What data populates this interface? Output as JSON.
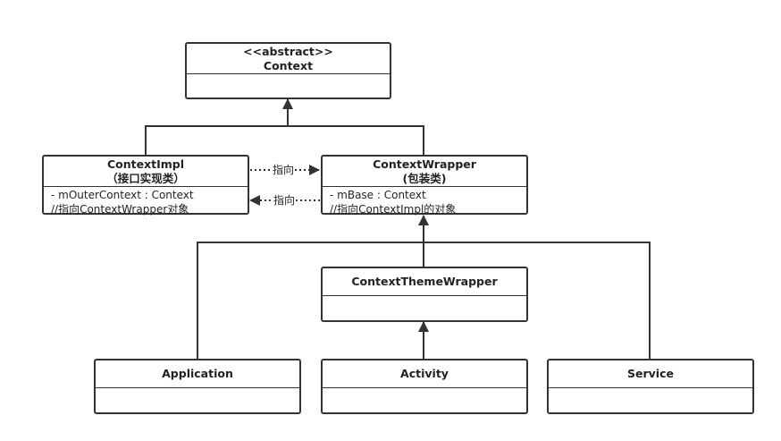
{
  "classes": {
    "context": {
      "stereotype": "<<abstract>>",
      "name": "Context"
    },
    "context_impl": {
      "name": "ContextImpl",
      "subtitle": "（接口实现类）",
      "attribute": "-  mOuterContext : Context",
      "comment": "//指向ContextWrapper对象"
    },
    "context_wrapper": {
      "name": "ContextWrapper",
      "subtitle": "(包装类)",
      "attribute": "- mBase : Context",
      "comment": "//指向ContextImpl的对象"
    },
    "context_theme_wrapper": {
      "name": "ContextThemeWrapper"
    },
    "application": {
      "name": "Application"
    },
    "activity": {
      "name": "Activity"
    },
    "service": {
      "name": "Service"
    }
  },
  "relations": {
    "impl_to_wrapper_label": "指向",
    "wrapper_to_impl_label": "指向"
  },
  "colors": {
    "stroke": "#333333",
    "background": "#ffffff"
  }
}
